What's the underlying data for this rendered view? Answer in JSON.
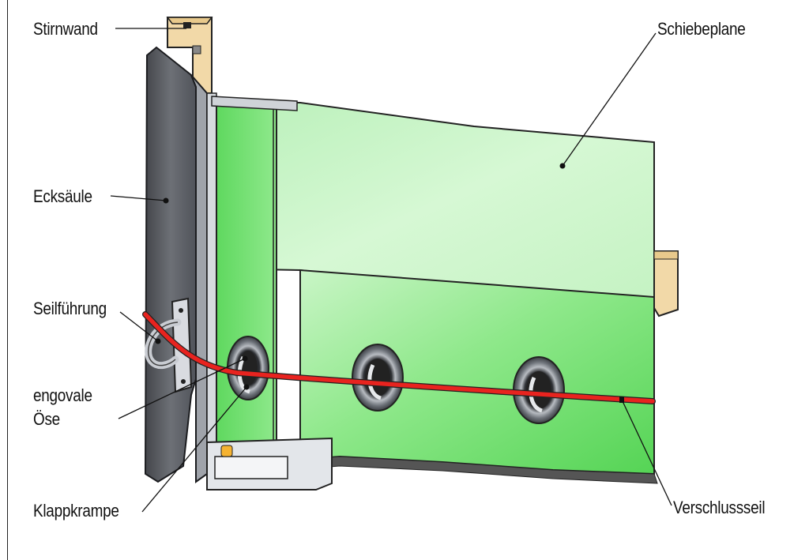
{
  "labels": {
    "stirnwand": "Stirnwand",
    "schiebeplane": "Schiebeplane",
    "ecksaeule": "Ecksäule",
    "seilfuehrung": "Seilführung",
    "engovale_line1": "engovale",
    "engovale_line2": "Öse",
    "klappkrampe": "Klappkrampe",
    "verschlussseil": "Verschlussseil"
  },
  "colors": {
    "tarp_light": "#d9f7d9",
    "tarp_green": "#7ee57e",
    "post_gray": "#5f6166",
    "wood": "#f2d9a8",
    "rope": "#e8231f",
    "eyelet": "#8a8f97"
  }
}
